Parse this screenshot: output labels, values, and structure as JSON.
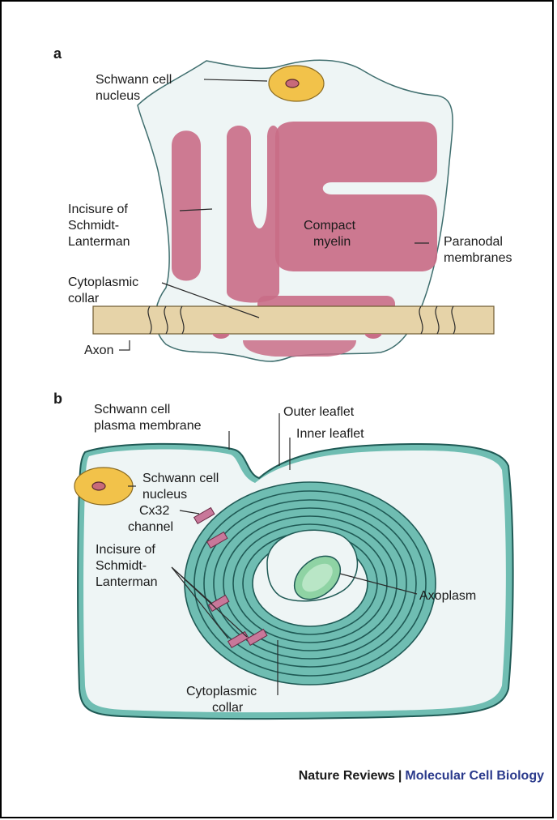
{
  "colors": {
    "cytoplasm": "#eef5f5",
    "cytoplasm_edge": "#3f6e6e",
    "myelin": "#c96d87",
    "nucleus": "#f2c24a",
    "axon": "#e6d3a8",
    "teal": "#6fbdb2",
    "axoplasm": "#8fd3a4",
    "channel": "#c8789a",
    "credit_brand": "#2b3a8c"
  },
  "panel_a": {
    "letter": "a",
    "labels": {
      "nucleus_1": "Schwann cell",
      "nucleus_2": "nucleus",
      "incisure_1": "Incisure of",
      "incisure_2": "Schmidt-",
      "incisure_3": "Lanterman",
      "compact_1": "Compact",
      "compact_2": "myelin",
      "paranodal_1": "Paranodal",
      "paranodal_2": "membranes",
      "cyto_1": "Cytoplasmic",
      "cyto_2": "collar",
      "axon": "Axon"
    }
  },
  "panel_b": {
    "letter": "b",
    "labels": {
      "membrane_1": "Schwann cell",
      "membrane_2": "plasma membrane",
      "outer_leaflet": "Outer leaflet",
      "inner_leaflet": "Inner leaflet",
      "nucleus_1": "Schwann cell",
      "nucleus_2": "nucleus",
      "cx32_1": "Cx32",
      "cx32_2": "channel",
      "incisure_1": "Incisure of",
      "incisure_2": "Schmidt-",
      "incisure_3": "Lanterman",
      "axoplasm": "Axoplasm",
      "cyto_1": "Cytoplasmic",
      "cyto_2": "collar"
    }
  },
  "credit": {
    "journal": "Nature Reviews",
    "separator": "|",
    "section": "Molecular Cell Biology"
  }
}
